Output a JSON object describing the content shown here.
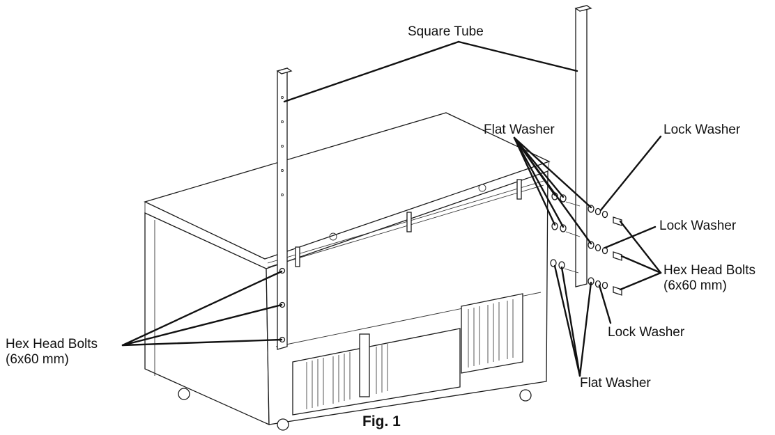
{
  "figure": {
    "caption": "Fig. 1",
    "labels": {
      "square_tube": "Square Tube",
      "flat_washer_top": "Flat Washer",
      "lock_washer_top": "Lock Washer",
      "lock_washer_mid": "Lock Washer",
      "hex_bolts_right": "Hex Head Bolts",
      "hex_bolts_right_size": "(6x60 mm)",
      "lock_washer_bottom": "Lock Washer",
      "flat_washer_bottom": "Flat Washer",
      "hex_bolts_left": "Hex Head Bolts",
      "hex_bolts_left_size": "(6x60 mm)"
    }
  }
}
